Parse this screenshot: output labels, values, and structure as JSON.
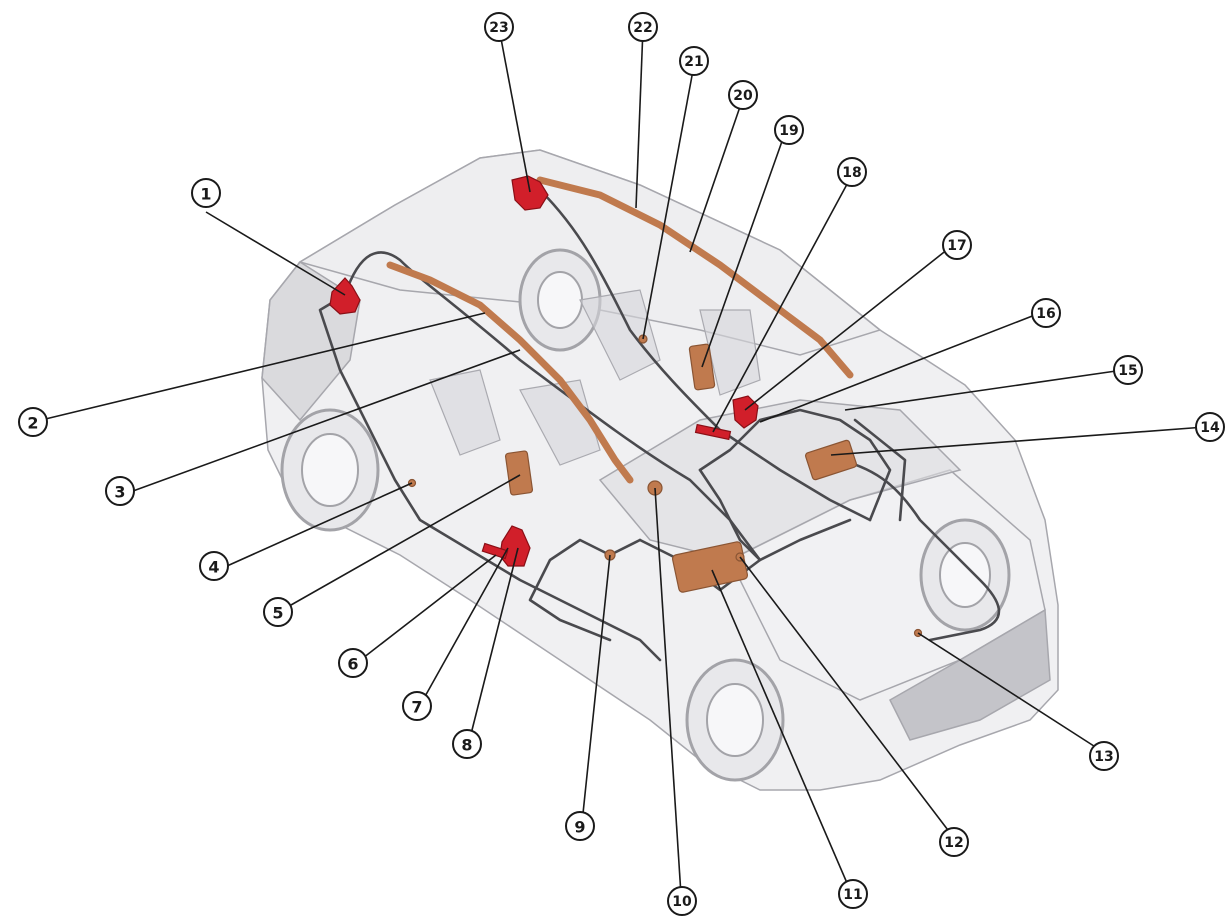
{
  "diagram": {
    "callouts": [
      {
        "label": "1"
      },
      {
        "label": "2"
      },
      {
        "label": "3"
      },
      {
        "label": "4"
      },
      {
        "label": "5"
      },
      {
        "label": "6"
      },
      {
        "label": "7"
      },
      {
        "label": "8"
      },
      {
        "label": "9"
      },
      {
        "label": "10"
      },
      {
        "label": "11"
      },
      {
        "label": "12"
      },
      {
        "label": "13"
      },
      {
        "label": "14"
      },
      {
        "label": "15"
      },
      {
        "label": "16"
      },
      {
        "label": "17"
      },
      {
        "label": "18"
      },
      {
        "label": "19"
      },
      {
        "label": "20"
      },
      {
        "label": "21"
      },
      {
        "label": "22"
      },
      {
        "label": "23"
      }
    ],
    "colors": {
      "body_ghost": "#d9d9dc",
      "body_edge": "#9a9aa0",
      "wire": "#4a4a4e",
      "module_copper": "#c07a4e",
      "module_red": "#d11f2a",
      "leader": "#1a1a1a"
    }
  }
}
